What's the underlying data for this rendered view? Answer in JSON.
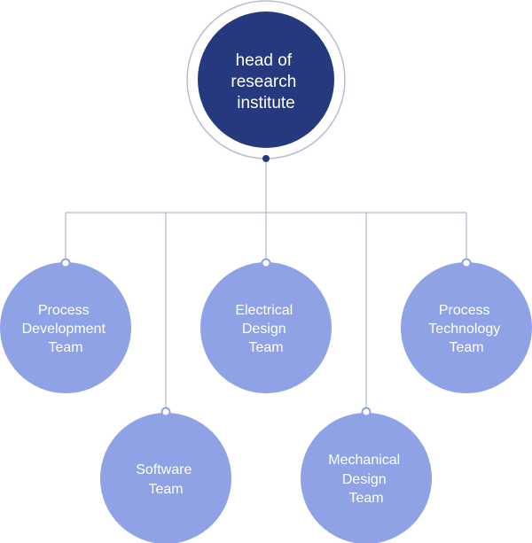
{
  "colors": {
    "root_fill": "#26387e",
    "root_ring": "#b8bcd0",
    "team_fill": "#8fa2e6",
    "connector": "#a3a8bf",
    "root_dot": "#26387e",
    "team_dot_fill": "#ffffff",
    "team_dot_stroke": "#8fa2e6",
    "label_text": "#ffffff"
  },
  "root": {
    "label_lines": [
      "head of",
      "research",
      "institute"
    ]
  },
  "teams": [
    {
      "id": "process-development",
      "label_lines": [
        "Process",
        "Development",
        "Team"
      ]
    },
    {
      "id": "software",
      "label_lines": [
        "Software",
        "Team"
      ]
    },
    {
      "id": "electrical-design",
      "label_lines": [
        "Electrical",
        "Design",
        "Team"
      ]
    },
    {
      "id": "mechanical-design",
      "label_lines": [
        "Mechanical",
        "Design",
        "Team"
      ]
    },
    {
      "id": "process-technology",
      "label_lines": [
        "Process",
        "Technology",
        "Team"
      ]
    }
  ]
}
